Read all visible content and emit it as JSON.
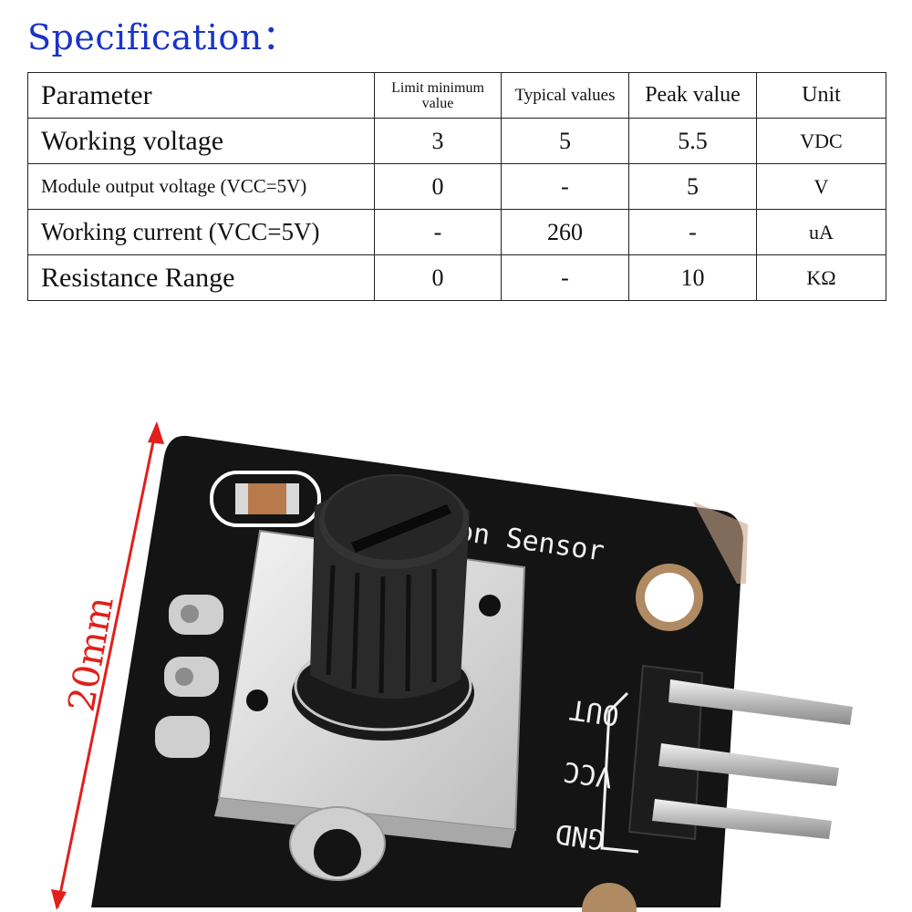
{
  "title": "Specification：",
  "table": {
    "headers": [
      "Parameter",
      "Limit minimum value",
      "Typical values",
      "Peak value",
      "Unit"
    ],
    "rows": [
      {
        "parameter": "Working voltage",
        "min": "3",
        "typical": "5",
        "peak": "5.5",
        "unit": "VDC"
      },
      {
        "parameter": "Module output voltage (VCC=5V)",
        "min": "0",
        "typical": "-",
        "peak": "5",
        "unit": "V"
      },
      {
        "parameter": "Working current (VCC=5V)",
        "min": "-",
        "typical": "260",
        "peak": "-",
        "unit": "uA"
      },
      {
        "parameter": "Resistance Range",
        "min": "0",
        "typical": "-",
        "peak": "10",
        "unit": "KΩ"
      }
    ]
  },
  "photo": {
    "dimension_label": "20mm",
    "board_text": "on Sensor",
    "pin_labels": [
      "OUT",
      "VCC",
      "GND"
    ],
    "colors": {
      "board": "#141414",
      "arrow": "#e0201c",
      "title": "#1a33c8"
    }
  }
}
